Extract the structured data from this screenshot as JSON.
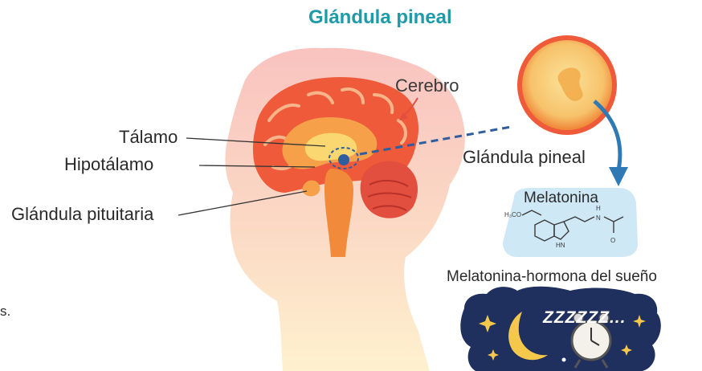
{
  "title": "Glándula pineal",
  "labels": {
    "talamo": "Tálamo",
    "hipotalamo": "Hipotálamo",
    "pituitaria": "Glándula pituitaria",
    "cerebro": "Cerebro",
    "pineal": "Glándula pineal",
    "melatonina": "Melatonina",
    "hormona": "Melatonina-hormona del sueño",
    "zzz": "ZZZZZZ...",
    "edge_fragment": "s.",
    "molecule_h3co": "H₃CO",
    "molecule_h": "H",
    "molecule_n": "N",
    "molecule_o": "O",
    "molecule_hn": "HN"
  },
  "colors": {
    "title": "#1f9aa8",
    "head_pink": "#f8c9c4",
    "neck_yellow": "#fde6a8",
    "brain_red": "#ef5a3a",
    "brain_orange": "#f6a04a",
    "pineal_blue": "#2f5d9e",
    "night_sky": "#1f2f5e",
    "moon": "#f5c84b",
    "molecule_bg": "#cfe8f6"
  }
}
